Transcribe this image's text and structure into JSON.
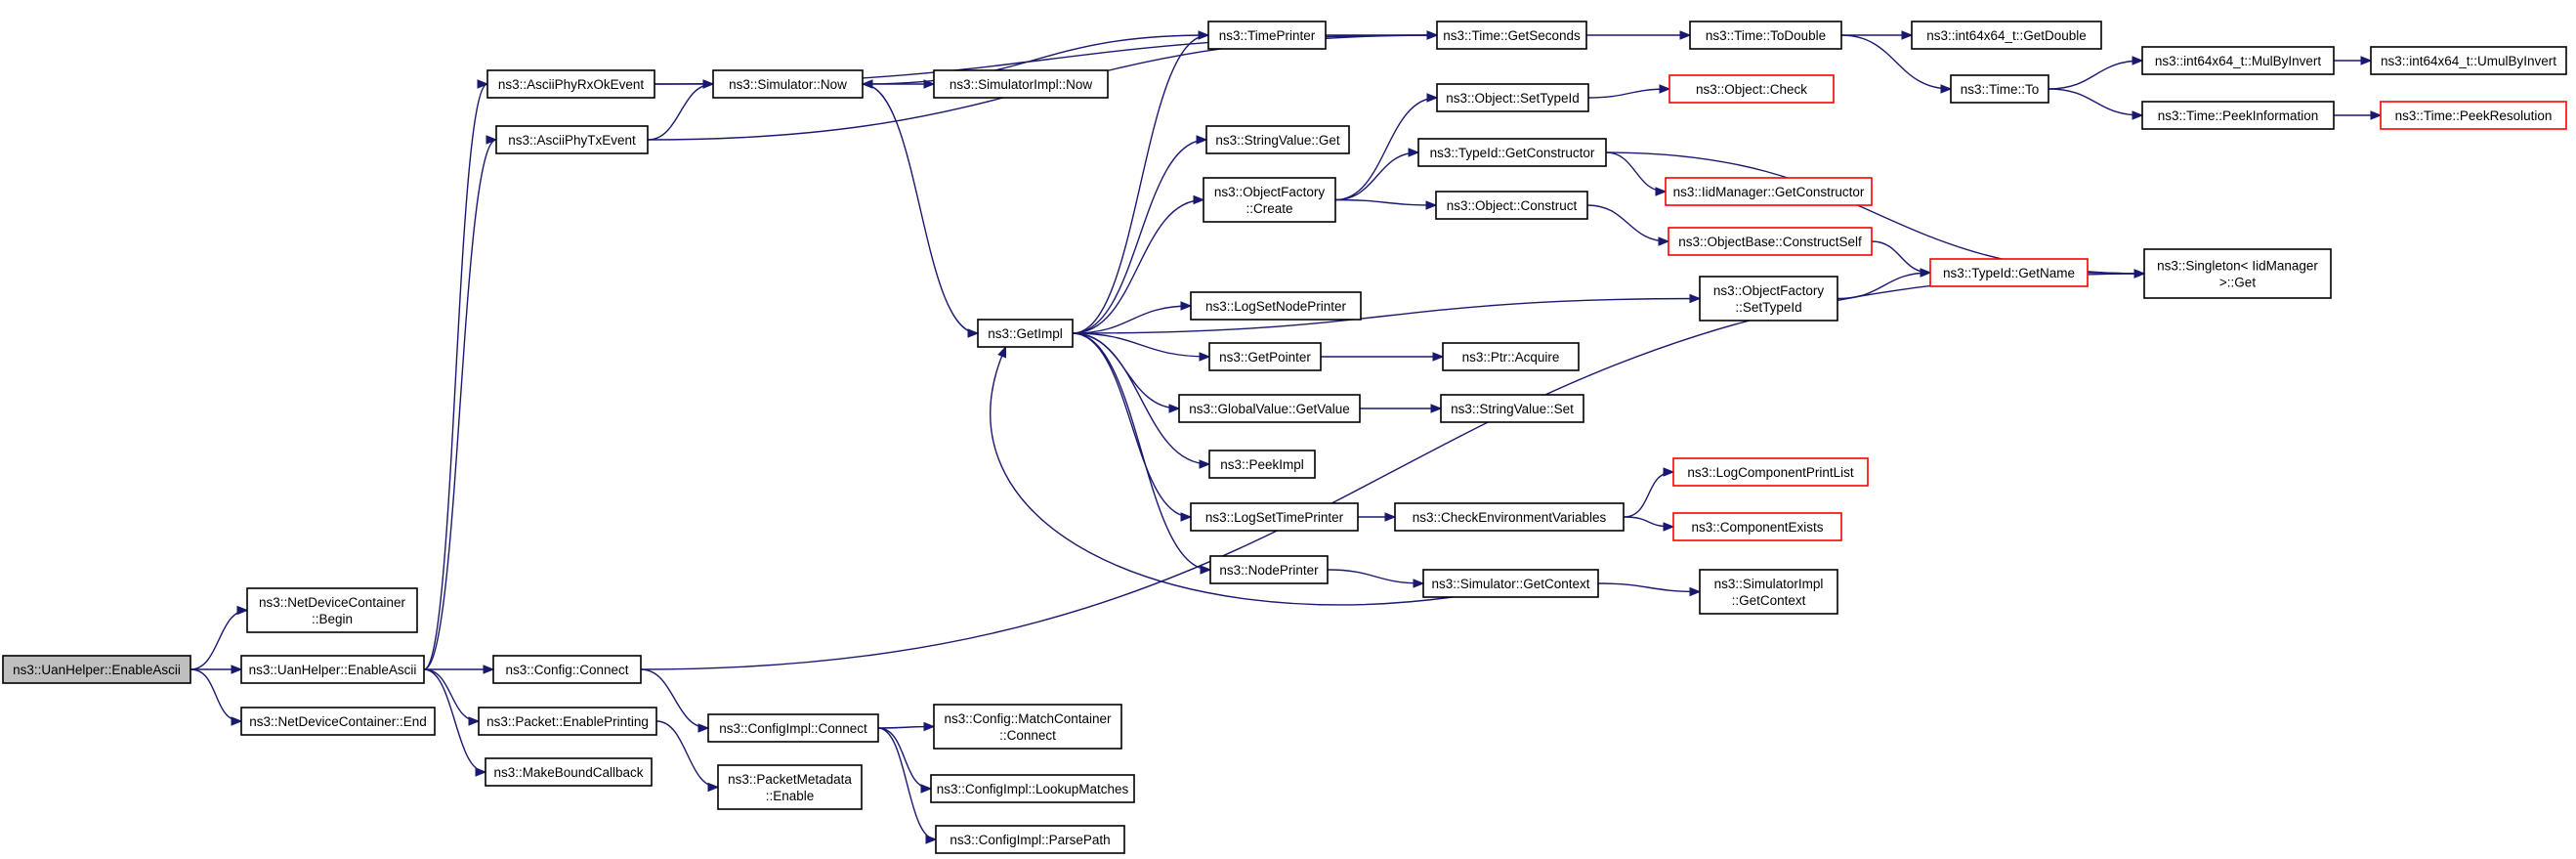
{
  "colors": {
    "edge": "#191970",
    "node_border": "#000000",
    "node_fill": "#ffffff",
    "root_fill": "#bfbfbf",
    "truncated_border": "#ff0000"
  },
  "nodes": [
    {
      "id": "n1",
      "lines": [
        "ns3::UanHelper::EnableAscii"
      ],
      "style": "root"
    },
    {
      "id": "n2",
      "lines": [
        "ns3::NetDeviceContainer",
        "::Begin"
      ],
      "style": "normal"
    },
    {
      "id": "n3",
      "lines": [
        "ns3::UanHelper::EnableAscii"
      ],
      "style": "normal"
    },
    {
      "id": "n4",
      "lines": [
        "ns3::NetDeviceContainer::End"
      ],
      "style": "normal"
    },
    {
      "id": "n5",
      "lines": [
        "ns3::AsciiPhyRxOkEvent"
      ],
      "style": "normal"
    },
    {
      "id": "n6",
      "lines": [
        "ns3::AsciiPhyTxEvent"
      ],
      "style": "normal"
    },
    {
      "id": "n7",
      "lines": [
        "ns3::Config::Connect"
      ],
      "style": "normal"
    },
    {
      "id": "n8",
      "lines": [
        "ns3::Packet::EnablePrinting"
      ],
      "style": "normal"
    },
    {
      "id": "n9",
      "lines": [
        "ns3::MakeBoundCallback"
      ],
      "style": "normal"
    },
    {
      "id": "n10",
      "lines": [
        "ns3::Simulator::Now"
      ],
      "style": "normal"
    },
    {
      "id": "n11",
      "lines": [
        "ns3::TimePrinter"
      ],
      "style": "normal"
    },
    {
      "id": "n12",
      "lines": [
        "ns3::SimulatorImpl::Now"
      ],
      "style": "normal"
    },
    {
      "id": "n13",
      "lines": [
        "ns3::GetImpl"
      ],
      "style": "normal"
    },
    {
      "id": "n14",
      "lines": [
        "ns3::ConfigImpl::Connect"
      ],
      "style": "normal"
    },
    {
      "id": "n15",
      "lines": [
        "ns3::PacketMetadata",
        "::Enable"
      ],
      "style": "normal"
    },
    {
      "id": "n16",
      "lines": [
        "ns3::StringValue::Get"
      ],
      "style": "normal"
    },
    {
      "id": "n17",
      "lines": [
        "ns3::ObjectFactory",
        "::Create"
      ],
      "style": "normal"
    },
    {
      "id": "n18",
      "lines": [
        "ns3::LogSetNodePrinter"
      ],
      "style": "normal"
    },
    {
      "id": "n19",
      "lines": [
        "ns3::GetPointer"
      ],
      "style": "normal"
    },
    {
      "id": "n20",
      "lines": [
        "ns3::GlobalValue::GetValue"
      ],
      "style": "normal"
    },
    {
      "id": "n21",
      "lines": [
        "ns3::PeekImpl"
      ],
      "style": "normal"
    },
    {
      "id": "n22",
      "lines": [
        "ns3::LogSetTimePrinter"
      ],
      "style": "normal"
    },
    {
      "id": "n23",
      "lines": [
        "ns3::NodePrinter"
      ],
      "style": "normal"
    },
    {
      "id": "n24",
      "lines": [
        "ns3::Config::MatchContainer",
        "::Connect"
      ],
      "style": "normal"
    },
    {
      "id": "n25",
      "lines": [
        "ns3::ConfigImpl::LookupMatches"
      ],
      "style": "normal"
    },
    {
      "id": "n26",
      "lines": [
        "ns3::ConfigImpl::ParsePath"
      ],
      "style": "normal"
    },
    {
      "id": "n27",
      "lines": [
        "ns3::Time::GetSeconds"
      ],
      "style": "normal"
    },
    {
      "id": "n28",
      "lines": [
        "ns3::Object::SetTypeId"
      ],
      "style": "normal"
    },
    {
      "id": "n29",
      "lines": [
        "ns3::TypeId::GetConstructor"
      ],
      "style": "normal"
    },
    {
      "id": "n30",
      "lines": [
        "ns3::Object::Construct"
      ],
      "style": "normal"
    },
    {
      "id": "n31",
      "lines": [
        "ns3::Ptr::Acquire"
      ],
      "style": "normal"
    },
    {
      "id": "n32",
      "lines": [
        "ns3::StringValue::Set"
      ],
      "style": "normal"
    },
    {
      "id": "n33",
      "lines": [
        "ns3::CheckEnvironmentVariables"
      ],
      "style": "normal"
    },
    {
      "id": "n34",
      "lines": [
        "ns3::Simulator::GetContext"
      ],
      "style": "normal"
    },
    {
      "id": "n35",
      "lines": [
        "ns3::Object::Check"
      ],
      "style": "truncated"
    },
    {
      "id": "n36",
      "lines": [
        "ns3::IidManager::GetConstructor"
      ],
      "style": "truncated"
    },
    {
      "id": "n37",
      "lines": [
        "ns3::ObjectBase::ConstructSelf"
      ],
      "style": "truncated"
    },
    {
      "id": "n38",
      "lines": [
        "ns3::ObjectFactory",
        "::SetTypeId"
      ],
      "style": "normal"
    },
    {
      "id": "n39",
      "lines": [
        "ns3::LogComponentPrintList"
      ],
      "style": "truncated"
    },
    {
      "id": "n40",
      "lines": [
        "ns3::ComponentExists"
      ],
      "style": "truncated"
    },
    {
      "id": "n41",
      "lines": [
        "ns3::SimulatorImpl",
        "::GetContext"
      ],
      "style": "normal"
    },
    {
      "id": "n42",
      "lines": [
        "ns3::Time::ToDouble"
      ],
      "style": "normal"
    },
    {
      "id": "n43",
      "lines": [
        "ns3::TypeId::GetName"
      ],
      "style": "truncated"
    },
    {
      "id": "n44",
      "lines": [
        "ns3::int64x64_t::GetDouble"
      ],
      "style": "normal"
    },
    {
      "id": "n45",
      "lines": [
        "ns3::Time::To"
      ],
      "style": "normal"
    },
    {
      "id": "n46",
      "lines": [
        "ns3::Singleton< IidManager",
        " >::Get"
      ],
      "style": "normal"
    },
    {
      "id": "n47",
      "lines": [
        "ns3::int64x64_t::MulByInvert"
      ],
      "style": "normal"
    },
    {
      "id": "n48",
      "lines": [
        "ns3::Time::PeekInformation"
      ],
      "style": "normal"
    },
    {
      "id": "n49",
      "lines": [
        "ns3::int64x64_t::UmulByInvert"
      ],
      "style": "normal"
    },
    {
      "id": "n50",
      "lines": [
        "ns3::Time::PeekResolution"
      ],
      "style": "truncated"
    }
  ],
  "edges": [
    [
      "n1",
      "n2"
    ],
    [
      "n1",
      "n3"
    ],
    [
      "n1",
      "n4"
    ],
    [
      "n3",
      "n5"
    ],
    [
      "n3",
      "n6"
    ],
    [
      "n3",
      "n7"
    ],
    [
      "n3",
      "n8"
    ],
    [
      "n3",
      "n9"
    ],
    [
      "n5",
      "n10"
    ],
    [
      "n5",
      "n27"
    ],
    [
      "n6",
      "n10"
    ],
    [
      "n6",
      "n27"
    ],
    [
      "n7",
      "n14"
    ],
    [
      "n7",
      "n46"
    ],
    [
      "n8",
      "n15"
    ],
    [
      "n10",
      "n12"
    ],
    [
      "n10",
      "n13"
    ],
    [
      "n11",
      "n10"
    ],
    [
      "n11",
      "n27"
    ],
    [
      "n13",
      "n11"
    ],
    [
      "n13",
      "n16"
    ],
    [
      "n13",
      "n17"
    ],
    [
      "n13",
      "n18"
    ],
    [
      "n13",
      "n19"
    ],
    [
      "n13",
      "n20"
    ],
    [
      "n13",
      "n21"
    ],
    [
      "n13",
      "n22"
    ],
    [
      "n13",
      "n23"
    ],
    [
      "n13",
      "n38"
    ],
    [
      "n14",
      "n24"
    ],
    [
      "n14",
      "n25"
    ],
    [
      "n14",
      "n26"
    ],
    [
      "n17",
      "n28"
    ],
    [
      "n17",
      "n29"
    ],
    [
      "n17",
      "n30"
    ],
    [
      "n19",
      "n31"
    ],
    [
      "n20",
      "n32"
    ],
    [
      "n22",
      "n33"
    ],
    [
      "n23",
      "n34"
    ],
    [
      "n27",
      "n42"
    ],
    [
      "n28",
      "n35"
    ],
    [
      "n29",
      "n36"
    ],
    [
      "n29",
      "n46"
    ],
    [
      "n30",
      "n37"
    ],
    [
      "n33",
      "n39"
    ],
    [
      "n33",
      "n40"
    ],
    [
      "n34",
      "n13"
    ],
    [
      "n34",
      "n41"
    ],
    [
      "n37",
      "n43"
    ],
    [
      "n38",
      "n43"
    ],
    [
      "n42",
      "n44"
    ],
    [
      "n42",
      "n45"
    ],
    [
      "n43",
      "n46"
    ],
    [
      "n45",
      "n47"
    ],
    [
      "n45",
      "n48"
    ],
    [
      "n47",
      "n49"
    ],
    [
      "n48",
      "n50"
    ]
  ]
}
